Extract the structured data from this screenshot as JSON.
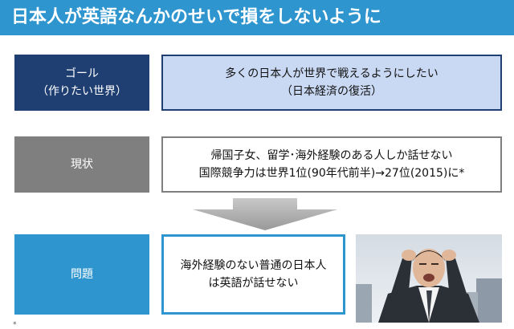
{
  "title": "日本人が英語なんかのせいで損をしないように",
  "goal": {
    "label_line1": "ゴール",
    "label_line2": "（作りたい世界）",
    "text_line1": "多くの日本人が世界で戦えるようにしたい",
    "text_line2": "（日本経済の復活）"
  },
  "status": {
    "label": "現状",
    "text_line1": "帰国子女、留学･海外経験のある人しか話せない",
    "text_line2": "国際競争力は世界1位(90年代前半)→27位(2015)に*"
  },
  "problem": {
    "label": "問題",
    "text_line1": "海外経験のない普通の日本人",
    "text_line2": "は英語が話せない"
  },
  "colors": {
    "title_bg": "#2f95cf",
    "goal_label_bg": "#1f3f73",
    "goal_box_bg": "#c9d9f3",
    "status_label_bg": "#7f7f7f",
    "problem_label_bg": "#2f95cf"
  },
  "icons": {
    "arrow": "down-arrow-icon",
    "photo": "stressed-businessman-photo"
  }
}
